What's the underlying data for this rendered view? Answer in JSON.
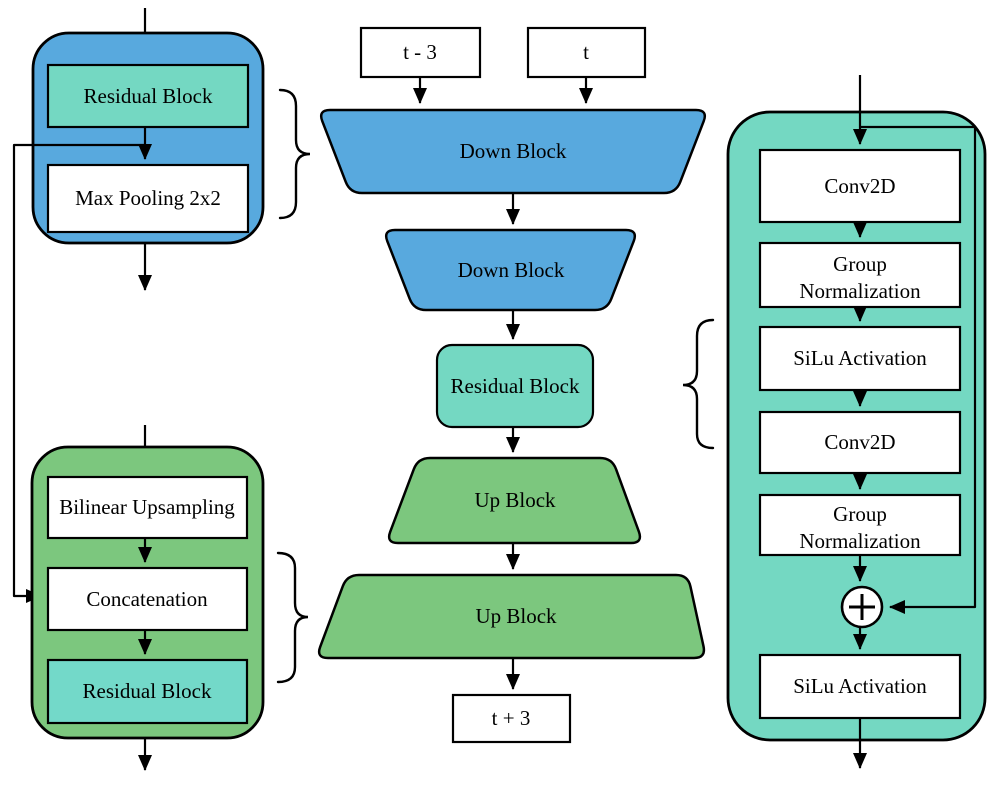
{
  "colors": {
    "blue": "#58a9de",
    "green": "#7cc77e",
    "teal": "#74d8c2",
    "teal_cyan": "#73d9c9",
    "white": "#ffffff"
  },
  "main_pipeline": {
    "input_left": "t - 3",
    "input_right": "t",
    "down_block_1": "Down Block",
    "down_block_2": "Down Block",
    "residual_block": "Residual Block",
    "up_block_1": "Up Block",
    "up_block_2": "Up Block",
    "output": "t + 3"
  },
  "down_block_detail": {
    "residual_block": "Residual Block",
    "max_pooling": "Max Pooling 2x2"
  },
  "up_block_detail": {
    "bilinear_upsampling": "Bilinear Upsampling",
    "concatenation": "Concatenation",
    "residual_block": "Residual Block"
  },
  "residual_block_detail": {
    "conv2d_1": "Conv2D",
    "group_norm_1_line1": "Group",
    "group_norm_1_line2": "Normalization",
    "silu_1": "SiLu Activation",
    "conv2d_2": "Conv2D",
    "group_norm_2_line1": "Group",
    "group_norm_2_line2": "Normalization",
    "silu_2": "SiLu Activation"
  },
  "icons": {
    "sum_junction": "circle-plus-icon",
    "arrowhead": "arrowhead-icon"
  }
}
